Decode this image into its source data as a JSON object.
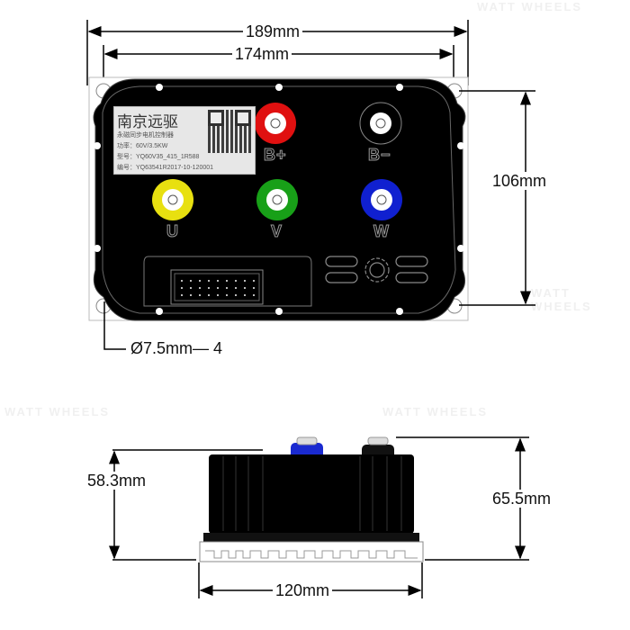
{
  "top_view": {
    "dimensions": {
      "overall_width": "189mm",
      "hole_spacing_width": "174mm",
      "hole_spacing_height": "106mm",
      "mount_hole": "Ø7.5mm— 4"
    },
    "label": {
      "brand": "南京远驱",
      "product": "永磁同步电机控制器",
      "power": "功率：60V/3.5KW",
      "model": "型号：YQ60V35_415_1R588",
      "serial": "编号：YQ63541R2017-10-120001"
    },
    "terminals": [
      {
        "label": "B+",
        "color": "#e01010"
      },
      {
        "label": "B−",
        "color": "#111111"
      },
      {
        "label": "U",
        "color": "#e8e010"
      },
      {
        "label": "V",
        "color": "#18a018"
      },
      {
        "label": "W",
        "color": "#1020d0"
      }
    ]
  },
  "side_view": {
    "dimensions": {
      "body_height": "58.3mm",
      "total_height": "65.5mm",
      "width": "120mm"
    }
  },
  "watermark": "WATT WHEELS"
}
